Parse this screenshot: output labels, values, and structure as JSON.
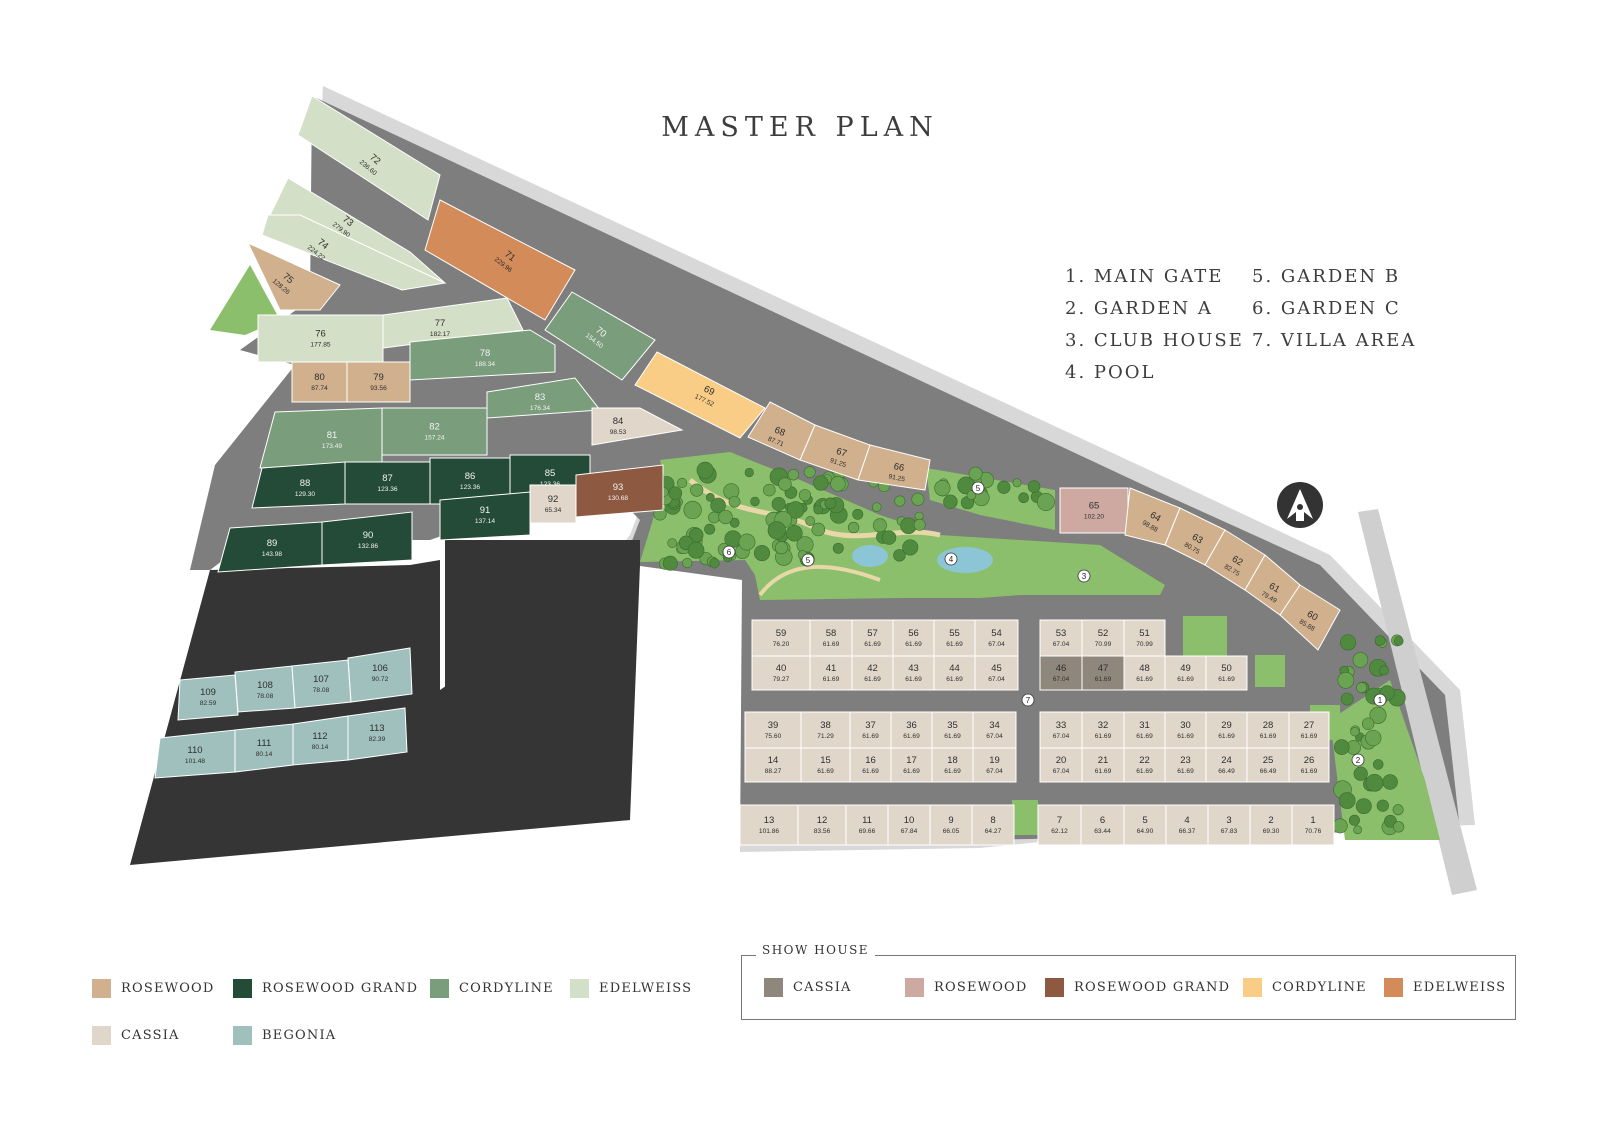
{
  "title": "MASTER PLAN",
  "poi": [
    {
      "label": "1. MAIN GATE"
    },
    {
      "label": "2. GARDEN A"
    },
    {
      "label": "3. CLUB HOUSE"
    },
    {
      "label": "4. POOL"
    },
    {
      "label": "5. GARDEN B"
    },
    {
      "label": "6. GARDEN C"
    },
    {
      "label": "7. VILLA AREA"
    }
  ],
  "map_markers": [
    "1",
    "2",
    "3",
    "4",
    "5",
    "5",
    "6",
    "7"
  ],
  "colors": {
    "rosewood": "#d1b08d",
    "rosewood_grand": "#244b37",
    "cordyline": "#7a9d7b",
    "edelweiss": "#d3dfc6",
    "cassia": "#e0d7ca",
    "begonia": "#a0c0bd",
    "show_cassia": "#8f877c",
    "show_rosewood": "#cda9a1",
    "show_rosewood_grand": "#8d5a41",
    "show_cordyline": "#f9cd86",
    "show_edelweiss": "#d48b5a",
    "road": "#7e7e7e",
    "garden": "#8bbf6b",
    "dark_block": "#353535"
  },
  "legend": [
    {
      "label": "ROSEWOOD",
      "color": "#d1b08d"
    },
    {
      "label": "ROSEWOOD GRAND",
      "color": "#244b37"
    },
    {
      "label": "CORDYLINE",
      "color": "#7a9d7b"
    },
    {
      "label": "EDELWEISS",
      "color": "#d3dfc6"
    },
    {
      "label": "CASSIA",
      "color": "#e0d7ca"
    },
    {
      "label": "BEGONIA",
      "color": "#a0c0bd"
    }
  ],
  "show_house": {
    "title": "SHOW HOUSE",
    "items": [
      {
        "label": "CASSIA",
        "color": "#8f877c"
      },
      {
        "label": "ROSEWOOD",
        "color": "#cda9a1"
      },
      {
        "label": "ROSEWOOD GRAND",
        "color": "#8d5a41"
      },
      {
        "label": "CORDYLINE",
        "color": "#f9cd86"
      },
      {
        "label": "EDELWEISS",
        "color": "#d48b5a"
      }
    ]
  },
  "north_icon": "north-arrow-icon",
  "lots": [
    {
      "n": "72",
      "a": "236.60",
      "t": "edelweiss"
    },
    {
      "n": "73",
      "a": "279.90",
      "t": "edelweiss"
    },
    {
      "n": "74",
      "a": "224.22",
      "t": "edelweiss"
    },
    {
      "n": "75",
      "a": "128.26",
      "t": "rosewood"
    },
    {
      "n": "71",
      "a": "229.96",
      "t": "show_edelweiss"
    },
    {
      "n": "70",
      "a": "154.50",
      "t": "cordyline"
    },
    {
      "n": "76",
      "a": "177.85",
      "t": "edelweiss"
    },
    {
      "n": "77",
      "a": "182.17",
      "t": "edelweiss"
    },
    {
      "n": "80",
      "a": "87.74",
      "t": "rosewood"
    },
    {
      "n": "79",
      "a": "93.56",
      "t": "rosewood"
    },
    {
      "n": "78",
      "a": "188.34",
      "t": "cordyline"
    },
    {
      "n": "69",
      "a": "177.52",
      "t": "show_cordyline"
    },
    {
      "n": "81",
      "a": "173.49",
      "t": "cordyline"
    },
    {
      "n": "82",
      "a": "157.24",
      "t": "cordyline"
    },
    {
      "n": "83",
      "a": "176.34",
      "t": "cordyline"
    },
    {
      "n": "84",
      "a": "98.53",
      "t": "cassia"
    },
    {
      "n": "88",
      "a": "129.30",
      "t": "rosewood_grand"
    },
    {
      "n": "87",
      "a": "123.36",
      "t": "rosewood_grand"
    },
    {
      "n": "86",
      "a": "123.36",
      "t": "rosewood_grand"
    },
    {
      "n": "85",
      "a": "123.36",
      "t": "rosewood_grand"
    },
    {
      "n": "68",
      "a": "87.71",
      "t": "rosewood"
    },
    {
      "n": "67",
      "a": "91.25",
      "t": "rosewood"
    },
    {
      "n": "66",
      "a": "91.25",
      "t": "rosewood"
    },
    {
      "n": "65",
      "a": "102.20",
      "t": "show_rosewood"
    },
    {
      "n": "64",
      "a": "98.88",
      "t": "rosewood"
    },
    {
      "n": "63",
      "a": "80.75",
      "t": "rosewood"
    },
    {
      "n": "62",
      "a": "82.75",
      "t": "rosewood"
    },
    {
      "n": "61",
      "a": "79.49",
      "t": "rosewood"
    },
    {
      "n": "60",
      "a": "85.88",
      "t": "rosewood"
    },
    {
      "n": "92",
      "a": "65.34",
      "t": "cassia"
    },
    {
      "n": "93",
      "a": "130.68",
      "t": "show_rosewood_grand"
    },
    {
      "n": "91",
      "a": "137.14",
      "t": "rosewood_grand"
    },
    {
      "n": "89",
      "a": "143.98",
      "t": "rosewood_grand"
    },
    {
      "n": "90",
      "a": "132.86",
      "t": "rosewood_grand"
    },
    {
      "n": "109",
      "a": "82.59",
      "t": "begonia"
    },
    {
      "n": "108",
      "a": "78.08",
      "t": "begonia"
    },
    {
      "n": "107",
      "a": "78.08",
      "t": "begonia"
    },
    {
      "n": "106",
      "a": "90.72",
      "t": "begonia"
    },
    {
      "n": "110",
      "a": "101.48",
      "t": "begonia"
    },
    {
      "n": "111",
      "a": "80.14",
      "t": "begonia"
    },
    {
      "n": "112",
      "a": "80.14",
      "t": "begonia"
    },
    {
      "n": "113",
      "a": "82.39",
      "t": "begonia"
    },
    {
      "n": "59",
      "a": "76.20",
      "t": "cassia"
    },
    {
      "n": "58",
      "a": "61.69",
      "t": "cassia"
    },
    {
      "n": "57",
      "a": "61.69",
      "t": "cassia"
    },
    {
      "n": "56",
      "a": "61.69",
      "t": "cassia"
    },
    {
      "n": "55",
      "a": "61.69",
      "t": "cassia"
    },
    {
      "n": "54",
      "a": "67.04",
      "t": "cassia"
    },
    {
      "n": "53",
      "a": "67.04",
      "t": "cassia"
    },
    {
      "n": "52",
      "a": "70.99",
      "t": "cassia"
    },
    {
      "n": "51",
      "a": "70.99",
      "t": "cassia"
    },
    {
      "n": "40",
      "a": "79.27",
      "t": "cassia"
    },
    {
      "n": "41",
      "a": "61.69",
      "t": "cassia"
    },
    {
      "n": "42",
      "a": "61.69",
      "t": "cassia"
    },
    {
      "n": "43",
      "a": "61.69",
      "t": "cassia"
    },
    {
      "n": "44",
      "a": "61.69",
      "t": "cassia"
    },
    {
      "n": "45",
      "a": "67.04",
      "t": "cassia"
    },
    {
      "n": "46",
      "a": "67.04",
      "t": "show_cassia"
    },
    {
      "n": "47",
      "a": "61.69",
      "t": "show_cassia"
    },
    {
      "n": "48",
      "a": "61.69",
      "t": "cassia"
    },
    {
      "n": "49",
      "a": "61.69",
      "t": "cassia"
    },
    {
      "n": "50",
      "a": "61.69",
      "t": "cassia"
    },
    {
      "n": "39",
      "a": "75.60",
      "t": "cassia"
    },
    {
      "n": "38",
      "a": "71.29",
      "t": "cassia"
    },
    {
      "n": "37",
      "a": "61.69",
      "t": "cassia"
    },
    {
      "n": "36",
      "a": "61.69",
      "t": "cassia"
    },
    {
      "n": "35",
      "a": "61.69",
      "t": "cassia"
    },
    {
      "n": "34",
      "a": "67.04",
      "t": "cassia"
    },
    {
      "n": "33",
      "a": "67.04",
      "t": "cassia"
    },
    {
      "n": "32",
      "a": "61.69",
      "t": "cassia"
    },
    {
      "n": "31",
      "a": "61.69",
      "t": "cassia"
    },
    {
      "n": "30",
      "a": "61.69",
      "t": "cassia"
    },
    {
      "n": "29",
      "a": "61.69",
      "t": "cassia"
    },
    {
      "n": "28",
      "a": "61.69",
      "t": "cassia"
    },
    {
      "n": "27",
      "a": "61.69",
      "t": "cassia"
    },
    {
      "n": "14",
      "a": "88.27",
      "t": "cassia"
    },
    {
      "n": "15",
      "a": "61.69",
      "t": "cassia"
    },
    {
      "n": "16",
      "a": "61.69",
      "t": "cassia"
    },
    {
      "n": "17",
      "a": "61.69",
      "t": "cassia"
    },
    {
      "n": "18",
      "a": "61.69",
      "t": "cassia"
    },
    {
      "n": "19",
      "a": "67.04",
      "t": "cassia"
    },
    {
      "n": "20",
      "a": "67.04",
      "t": "cassia"
    },
    {
      "n": "21",
      "a": "61.69",
      "t": "cassia"
    },
    {
      "n": "22",
      "a": "61.69",
      "t": "cassia"
    },
    {
      "n": "23",
      "a": "61.69",
      "t": "cassia"
    },
    {
      "n": "24",
      "a": "66.49",
      "t": "cassia"
    },
    {
      "n": "25",
      "a": "66.49",
      "t": "cassia"
    },
    {
      "n": "26",
      "a": "61.69",
      "t": "cassia"
    },
    {
      "n": "13",
      "a": "101.86",
      "t": "cassia"
    },
    {
      "n": "12",
      "a": "83.56",
      "t": "cassia"
    },
    {
      "n": "11",
      "a": "69.66",
      "t": "cassia"
    },
    {
      "n": "10",
      "a": "67.84",
      "t": "cassia"
    },
    {
      "n": "9",
      "a": "66.05",
      "t": "cassia"
    },
    {
      "n": "8",
      "a": "64.27",
      "t": "cassia"
    },
    {
      "n": "7",
      "a": "62.12",
      "t": "cassia"
    },
    {
      "n": "6",
      "a": "63.44",
      "t": "cassia"
    },
    {
      "n": "5",
      "a": "64.90",
      "t": "cassia"
    },
    {
      "n": "4",
      "a": "66.37",
      "t": "cassia"
    },
    {
      "n": "3",
      "a": "67.83",
      "t": "cassia"
    },
    {
      "n": "2",
      "a": "69.30",
      "t": "cassia"
    },
    {
      "n": "1",
      "a": "70.76",
      "t": "cassia"
    }
  ]
}
